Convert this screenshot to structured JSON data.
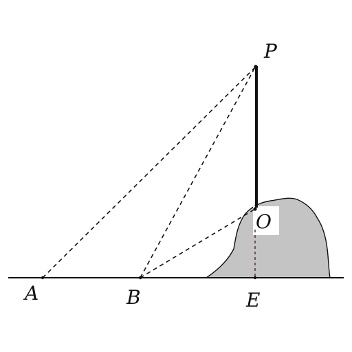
{
  "points": {
    "P": "P",
    "O": "O",
    "A": "A",
    "B": "B",
    "E": "E"
  },
  "colors": {
    "rock_fill": "#c4c4c4",
    "line": "#111111",
    "background": "#ffffff"
  }
}
